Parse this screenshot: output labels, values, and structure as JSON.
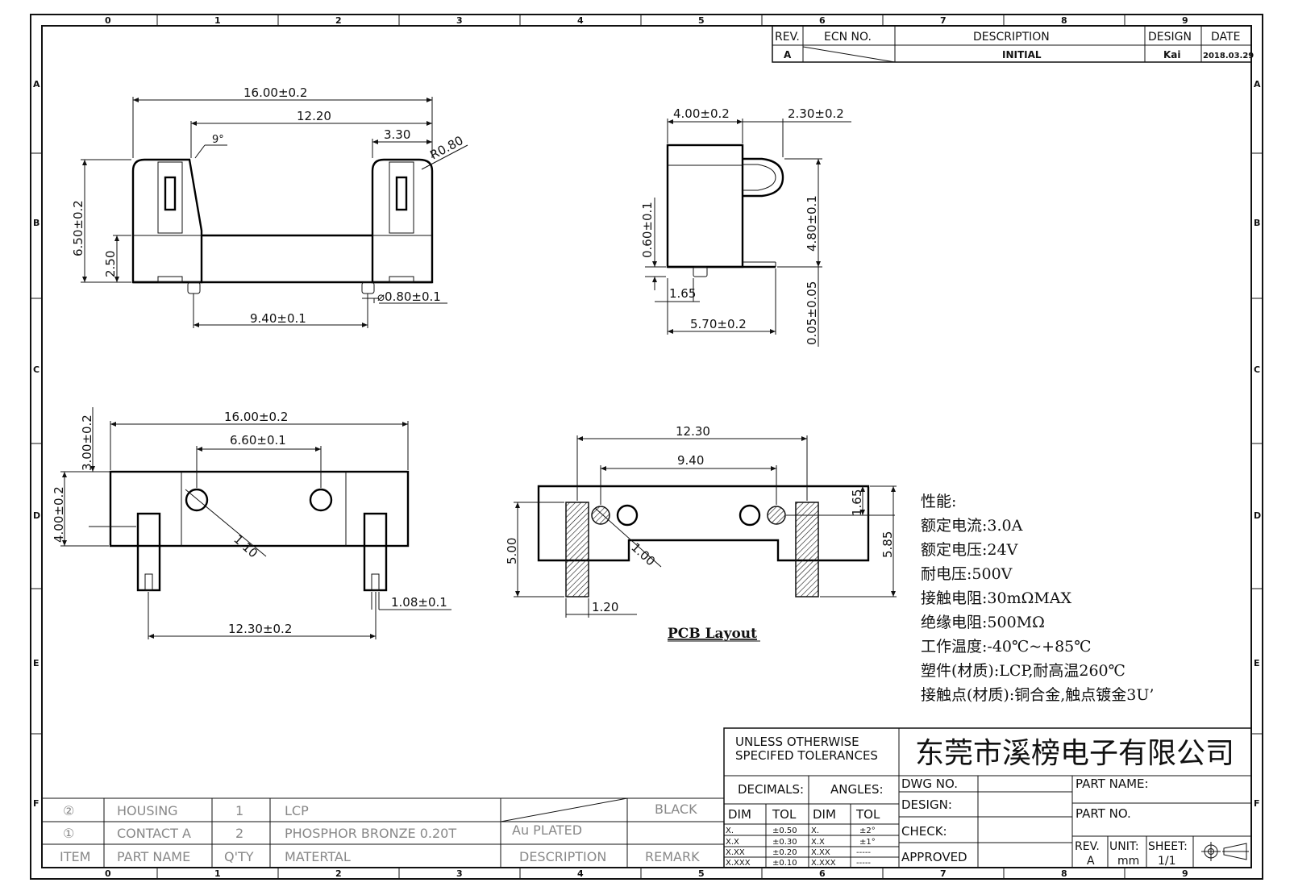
{
  "frame": {
    "column_labels": [
      "0",
      "1",
      "2",
      "3",
      "4",
      "5",
      "6",
      "7",
      "8",
      "9"
    ],
    "row_labels": [
      "A",
      "B",
      "C",
      "D",
      "E",
      "F"
    ]
  },
  "revision_block": {
    "headers": {
      "rev": "REV.",
      "ecn": "ECN NO.",
      "description": "DESCRIPTION",
      "design": "DESIGN",
      "date": "DATE"
    },
    "row": {
      "rev": "A",
      "description": "INITIAL",
      "design": "Kai",
      "date": "2018.03.29"
    }
  },
  "views": {
    "front": {
      "dims": {
        "overall_width": "16.00±0.2",
        "inner_width": "12.20",
        "end_width": "3.30",
        "radius": "R0.80",
        "angle": "9°",
        "height": "6.50±0.2",
        "base_height": "2.50",
        "pin_diameter": "⌀0.80±0.1",
        "pin_pitch": "9.40±0.1"
      }
    },
    "side": {
      "dims": {
        "top_width": "4.00±0.2",
        "contact_offset": "2.30±0.2",
        "peg_height": "0.60±0.1",
        "contact_height": "4.80±0.1",
        "peg_offset": "1.65",
        "base_width": "5.70±0.2",
        "standoff": "0.05±0.05"
      }
    },
    "bottom": {
      "dims": {
        "overall_width": "16.00±0.2",
        "hole_pitch": "6.60±0.1",
        "pin_offset_height": "3.00±0.2",
        "body_height": "4.00±0.2",
        "hole_diameter": "1.10",
        "pin_width": "1.08±0.1",
        "pin_pitch": "12.30±0.2"
      }
    },
    "pcb_layout": {
      "title": "PCB Layout",
      "dims": {
        "pad_pitch": "12.30",
        "hole_pitch": "9.40",
        "offset": "1.65",
        "height_left": "5.00",
        "height_right": "5.85",
        "hole_diameter": "1.00",
        "pad_width": "1.20"
      }
    }
  },
  "specs": {
    "title": "性能:",
    "lines": [
      "额定电流:3.0A",
      "额定电压:24V",
      "耐电压:500V",
      "接触电阻:30mΩMAX",
      "绝缘电阻:500MΩ",
      "工作温度:-40℃~+85℃",
      "塑件(材质):LCP,耐高温260℃",
      "接触点(材质):铜合金,触点镀金3U’"
    ]
  },
  "title_block": {
    "company": "东莞市溪榜电子有限公司",
    "tolerance_note_1": "UNLESS OTHERWISE",
    "tolerance_note_2": "SPECIFED TOLERANCES",
    "decimals": "DECIMALS:",
    "angles": "ANGLES:",
    "dim": "DIM",
    "tol": "TOL",
    "decimal_rows": [
      [
        "X.",
        "±0.50"
      ],
      [
        "X.X",
        "±0.30"
      ],
      [
        "X.XX",
        "±0.20"
      ],
      [
        "X.XXX",
        "±0.10"
      ]
    ],
    "angle_rows": [
      [
        "X.",
        "±2°"
      ],
      [
        "X.X",
        "±1°"
      ],
      [
        "X.XX",
        "-----"
      ],
      [
        "X.XXX",
        "-----"
      ]
    ],
    "dwg_no": "DWG NO.",
    "design": "DESIGN:",
    "check": "CHECK:",
    "approved": "APPROVED",
    "part_name": "PART NAME:",
    "part_no": "PART NO.",
    "rev_label": "REV.",
    "rev_value": "A",
    "unit_label": "UNIT:",
    "unit_value": "mm",
    "sheet_label": "SHEET:",
    "sheet_value": "1/1"
  },
  "bom": {
    "rows": [
      {
        "item": "②",
        "part_name": "HOUSING",
        "qty": "1",
        "material": "LCP",
        "description": "",
        "remark": "BLACK"
      },
      {
        "item": "①",
        "part_name": "CONTACT A",
        "qty": "2",
        "material": "PHOSPHOR BRONZE 0.20T",
        "description": "Au PLATED",
        "remark": ""
      }
    ],
    "headers": {
      "item": "ITEM",
      "part_name": "PART NAME",
      "qty": "Q'TY",
      "material": "MATERTAL",
      "description": "DESCRIPTION",
      "remark": "REMARK"
    }
  }
}
